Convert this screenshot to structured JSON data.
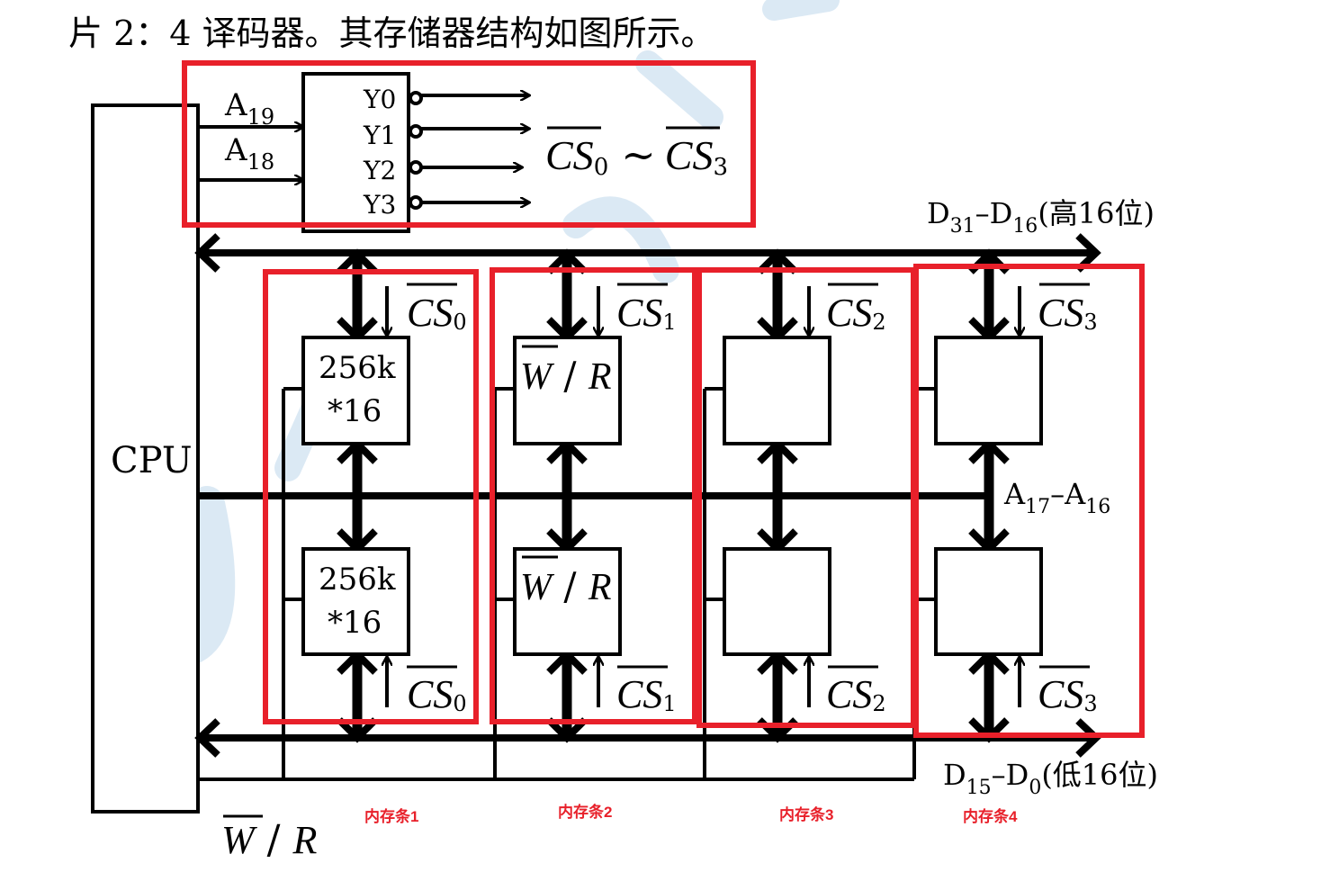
{
  "header": {
    "text": "片 2：4 译码器。其存储器结构如图所示。"
  },
  "cpu": {
    "label": "CPU"
  },
  "decoder": {
    "inputs": [
      {
        "name": "A",
        "sub": "19"
      },
      {
        "name": "A",
        "sub": "18"
      }
    ],
    "outputs": [
      "Y0",
      "Y1",
      "Y2",
      "Y3"
    ],
    "cs_range": {
      "cs": "CS",
      "from": "0",
      "tilde": "~",
      "to": "3"
    }
  },
  "bus": {
    "high": {
      "d1": "D",
      "s1": "31",
      "dash": "–",
      "d2": "D",
      "s2": "16",
      "suffix": "(高16位)"
    },
    "low": {
      "d1": "D",
      "s1": "15",
      "dash": "–",
      "d2": "D",
      "s2": "0",
      "suffix": "(低16位)"
    },
    "addr": {
      "a1": "A",
      "s1": "17",
      "dash": "–",
      "a2": "A",
      "s2": "16"
    }
  },
  "chips": {
    "line1": "256k",
    "line2": "*16",
    "w": "W",
    "slash": " / ",
    "r": "R"
  },
  "cs_labels": [
    {
      "cs": "CS",
      "sub": "0"
    },
    {
      "cs": "CS",
      "sub": "1"
    },
    {
      "cs": "CS",
      "sub": "2"
    },
    {
      "cs": "CS",
      "sub": "3"
    }
  ],
  "wr_label": {
    "w": "W",
    "slash": " / ",
    "r": "R"
  },
  "memory_strips": [
    "内存条1",
    "内存条2",
    "内存条3",
    "内存条4"
  ],
  "colors": {
    "highlight": "#e8202a",
    "watermark": "#b8d4ea",
    "ink": "#000000"
  }
}
